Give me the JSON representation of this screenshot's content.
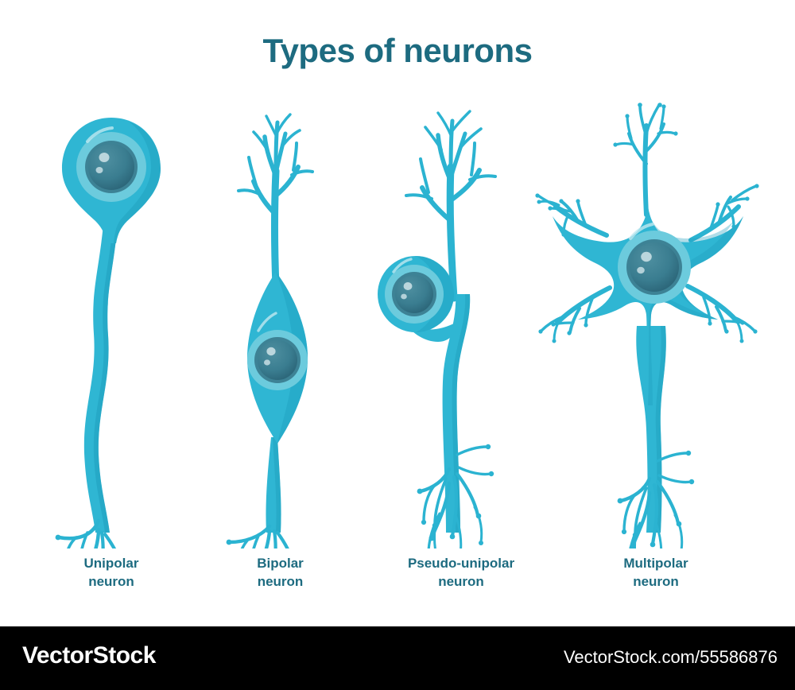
{
  "page": {
    "title": "Types of neurons",
    "background_color": "#ffffff"
  },
  "colors": {
    "title_text": "#1d6b80",
    "caption_text": "#1d6b80",
    "cell_body": "#2fb6d3",
    "cell_body_shadow": "#1f9fbe",
    "cell_halo": "#6ccbdd",
    "nucleus_outer": "#3d8295",
    "nucleus_inner": "#2f6f82",
    "nucleus_highlight": "#cfe3e8",
    "branch": "#2bb3d1",
    "footer_bar": "#000000",
    "footer_text": "#ffffff"
  },
  "figures": [
    {
      "id": "unipolar",
      "icon": "unipolar-neuron-icon",
      "label_line1": "Unipolar",
      "label_line2": "neuron",
      "parts": [
        "soma",
        "axon",
        "axon-terminals"
      ]
    },
    {
      "id": "bipolar",
      "icon": "bipolar-neuron-icon",
      "label_line1": "Bipolar",
      "label_line2": "neuron",
      "parts": [
        "dendrite-tree",
        "soma",
        "axon",
        "axon-terminals"
      ]
    },
    {
      "id": "pseudo-unipolar",
      "icon": "pseudo-unipolar-neuron-icon",
      "label_line1": "Pseudo-unipolar",
      "label_line2": "neuron",
      "parts": [
        "dendrite-tree",
        "soma",
        "stalk",
        "axon",
        "axon-terminals"
      ]
    },
    {
      "id": "multipolar",
      "icon": "multipolar-neuron-icon",
      "label_line1": "Multipolar",
      "label_line2": "neuron",
      "parts": [
        "dendrites",
        "soma",
        "axon",
        "axon-terminals"
      ]
    }
  ],
  "footer": {
    "brand": "VectorStock",
    "url": "VectorStock.com/55586876"
  }
}
